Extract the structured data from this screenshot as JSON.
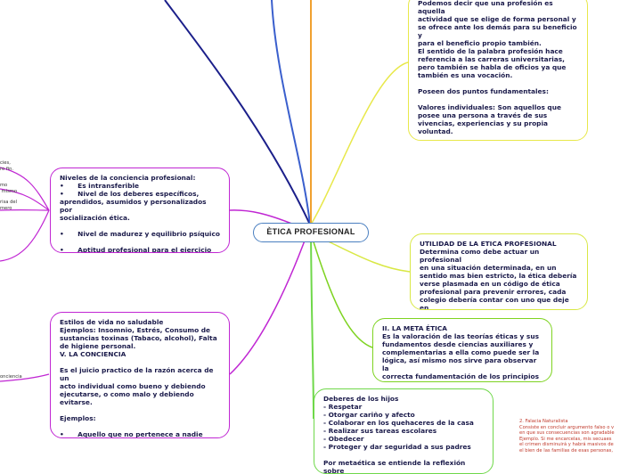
{
  "center": {
    "title": "ÈTICA PROFESIONAL"
  },
  "nodes": {
    "profesion": "Podemos decir que una profesión es aquella\nactividad que se elige de forma personal y\nse ofrece ante los demás para su beneficio y\npara el beneficio propio también.\nEl sentido de la palabra profesión hace\nreferencia a las carreras universitarias,\npero también se habla de oficios ya que\ntambién es una vocación.\n\nPoseen dos puntos fundamentales:\n\nValores individuales: Son aquellos que\nposee una persona a través de sus\nvivencias, experiencias y su propia\nvoluntad.\n\nCódigo oficial de ética: Rige el\ncomportamiento ético de un profesional",
    "niveles": "Niveles de la conciencia profesional:\n•      Es intransferible\n•      Nivel de los deberes específicos,\naprendidos, asumidos y personalizados por\nsocialización ética.\n\n•      Nivel de madurez y equilibrio psíquico\n\n•      Aptitud profesional para el ejercicio\ndigno de una profesión",
    "utilidad": "UTILIDAD DE LA ETICA PROFESIONAL\nDetermina como debe actuar un profesional\nen una situación determinada, en un\nsentido mas bien estricto, la ética debería\nverse plasmada en un código de ética\nprofesional para prevenir errores, cada\ncolegio debería contar con uno que deje en\nclaro que esta y que no esta moral y\néticamente bien.",
    "meta": "II. LA META ÉTICA\nEs la valoración de las teorías éticas y sus\nfundamentos desde ciencias auxiliares y\ncomplementarias a ella como puede ser la\nlógica, así mismo nos sirve para observar la\ncorrecta fundamentación de los principios\néticos.",
    "estilos": "Estilos de vida no saludable\nEjemplos: Insomnio, Estrés, Consumo de\nsustancias toxinas (Tabaco, alcohol), Falta\nde higiene personal.\nV. LA CONCIENCIA\n\nEs el juicio practico de la razón acerca de un\nacto individual como bueno y debiendo\nejecutarse, o como malo y debiendo\nevitarse.\n\nEjemplos:\n\n•      Aquello que no pertenece a nadie\npuede guardarse.",
    "deberes": "Deberes de los hijos\n- Respetar\n- Otorgar cariño y afecto\n- Colaborar en los quehaceres de la casa\n- Realizar sus tareas escolares\n- Obedecer\n- Proteger y dar seguridad a sus padres\n\nPor metaética se entiende la reflexión sobre"
  },
  "fragments": {
    "f1": "cies,\nro fin.",
    "f2": "mo\n mismo",
    "f3": "risa del\nmero",
    "f4": "onciencia"
  },
  "side_note": "2. Falacia Naturalista\nConsiste en concluir argumento falso o v\nen que sus consecuencias son agradable\nEjemplo. Si me encarcelas, mis secuaes\nel crimen disminuirá y habrá masivos de\nel bien de las familias de esas personas,",
  "colors": {
    "profesion_border": "#e8e84a",
    "niveles_border": "#c026d3",
    "utilidad_border": "#d9e845",
    "meta_border": "#7ed321",
    "estilos_border": "#c026d3",
    "deberes_border": "#6fd84a",
    "center_border": "#4a7fc0"
  }
}
